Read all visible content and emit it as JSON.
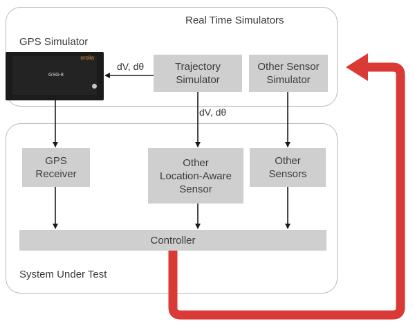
{
  "groups": {
    "real_time_simulators": "Real Time Simulators",
    "gps_simulator": "GPS Simulator",
    "system_under_test": "System Under Test"
  },
  "device": {
    "logo": "orolia",
    "model": "GSG-8"
  },
  "nodes": {
    "trajectory_simulator": "Trajectory\nSimulator",
    "other_sensor_simulator": "Other Sensor\nSimulator",
    "gps_receiver": "GPS\nReceiver",
    "other_location_aware_sensor": "Other\nLocation-Aware\nSensor",
    "other_sensors": "Other\nSensors",
    "controller": "Controller"
  },
  "edge_labels": {
    "trajectory_to_gps": "dV, dθ",
    "trajectory_to_sensor": "dV, dθ"
  },
  "colors": {
    "box_fill": "#cfcfcf",
    "feedback_arrow": "#d93a35",
    "group_border": "#b8b8b8"
  }
}
